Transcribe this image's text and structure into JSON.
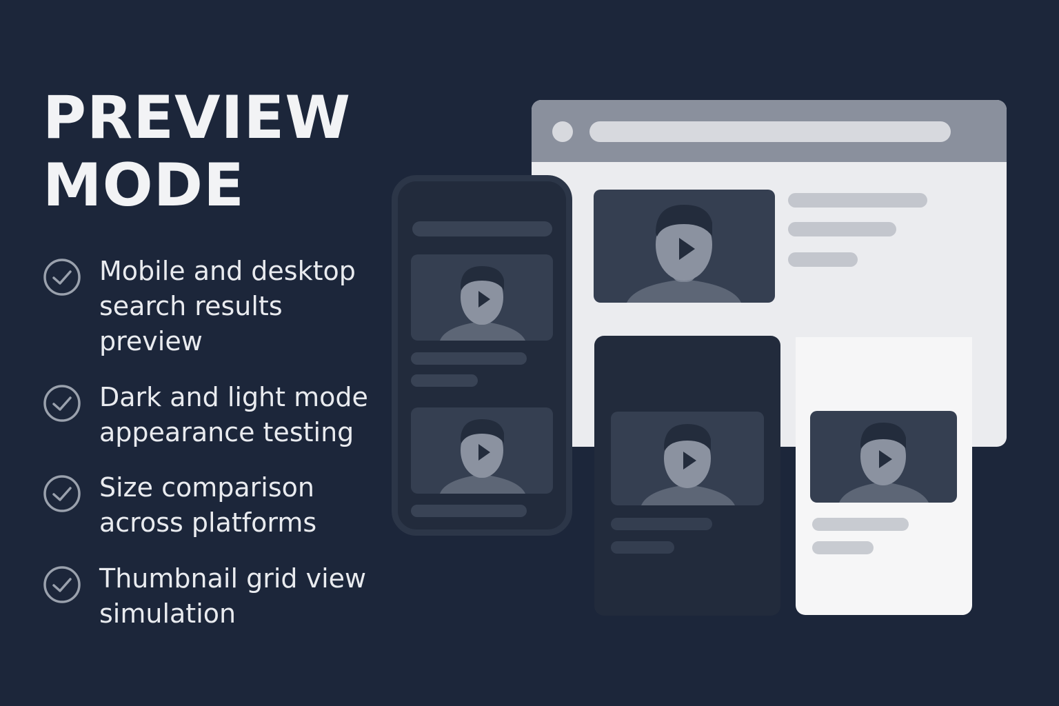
{
  "title": {
    "line1": "PREVIEW",
    "line2": "MODE"
  },
  "features": [
    {
      "icon": "check-circle-icon",
      "lines": [
        "Mobile and desktop",
        "search results",
        "preview"
      ]
    },
    {
      "icon": "check-circle-icon",
      "lines": [
        "Dark and light mode",
        "appearance testing"
      ]
    },
    {
      "icon": "check-circle-icon",
      "lines": [
        "Size comparison",
        "across platforms"
      ]
    },
    {
      "icon": "check-circle-icon",
      "lines": [
        "Thumbnail grid view",
        "simulation"
      ]
    }
  ],
  "illustration": {
    "icons": [
      "browser-window",
      "phone-frame",
      "video-thumbnail-icon",
      "play-icon",
      "person-silhouette-icon"
    ],
    "colors": {
      "background": "#1c263a",
      "browser_bar": "#8a909d",
      "browser_body": "#ebecef",
      "phone_body": "#222b3c",
      "thumb_bg": "#353f51",
      "light_card": "#f6f6f7",
      "check_stroke": "#9aa1ad"
    }
  }
}
